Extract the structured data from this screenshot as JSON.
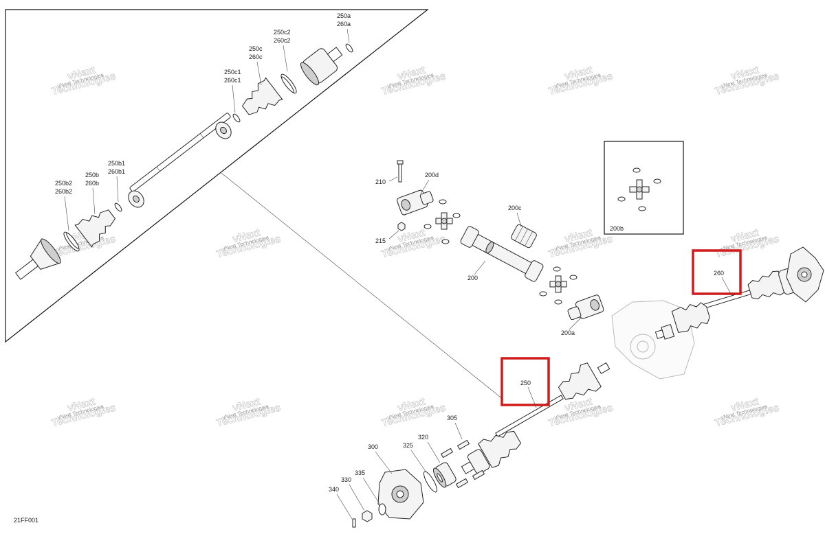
{
  "watermark": {
    "line1": "vNext",
    "line2": "Technologies",
    "caption": "vNext Technologies"
  },
  "figure_code": "21FF001",
  "callouts": {
    "p250a": "250a",
    "p260a": "260a",
    "p250c2": "250c2",
    "p260c2": "260c2",
    "p250c": "250c",
    "p260c": "260c",
    "p250c1": "250c1",
    "p260c1": "260c1",
    "p250b1": "250b1",
    "p260b1": "260b1",
    "p250b": "250b",
    "p260b": "260b",
    "p250b2": "250b2",
    "p260b2": "260b2",
    "p210": "210",
    "p200d": "200d",
    "p215": "215",
    "p200c": "200c",
    "p200": "200",
    "p200a": "200a",
    "p200b": "200b",
    "p250": "250",
    "p260": "260",
    "p305": "305",
    "p320": "320",
    "p325": "325",
    "p300": "300",
    "p335": "335",
    "p330": "330",
    "p340": "340"
  },
  "highlight_color": "#d11a1a"
}
